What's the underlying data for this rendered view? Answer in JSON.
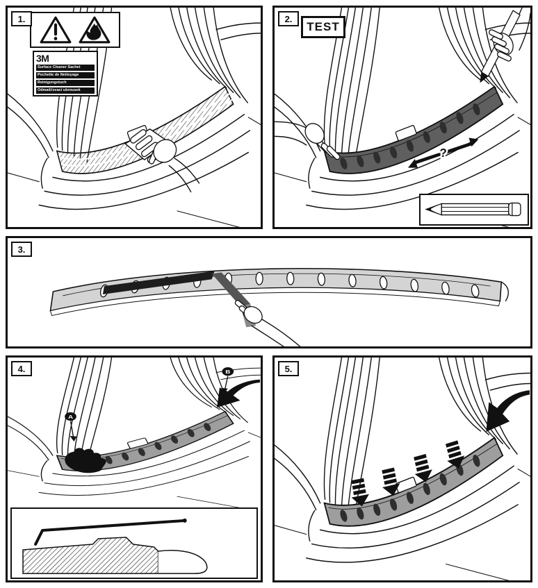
{
  "panels": {
    "step1": {
      "number": "1."
    },
    "step2": {
      "number": "2.",
      "test_label": "TEST",
      "question_mark": "?"
    },
    "step3": {
      "number": "3."
    },
    "step4": {
      "number": "4.",
      "marker_a": "A",
      "marker_b": "B"
    },
    "step5": {
      "number": "5."
    }
  },
  "cleaner_label": {
    "brand": "3M",
    "lines": [
      "Surface Cleaner Sachet",
      "Pochette de Nettoyage",
      "Reinigungstuch",
      "Odmašťovací ubrousek"
    ]
  },
  "icons": {
    "warning-exclamation-icon": "triangle-exclamation",
    "flammable-icon": "triangle-flame",
    "pencil-icon": "pencil",
    "press-arrow-icon": "striped-down-arrow",
    "hand-icon": "hand-outline"
  },
  "colors": {
    "ink": "#111111",
    "protector_dark": "#5f5f5f",
    "protector_light": "#9e9e9e",
    "liner_black": "#1d1d1d",
    "strip_gray": "#d4d4d4"
  }
}
